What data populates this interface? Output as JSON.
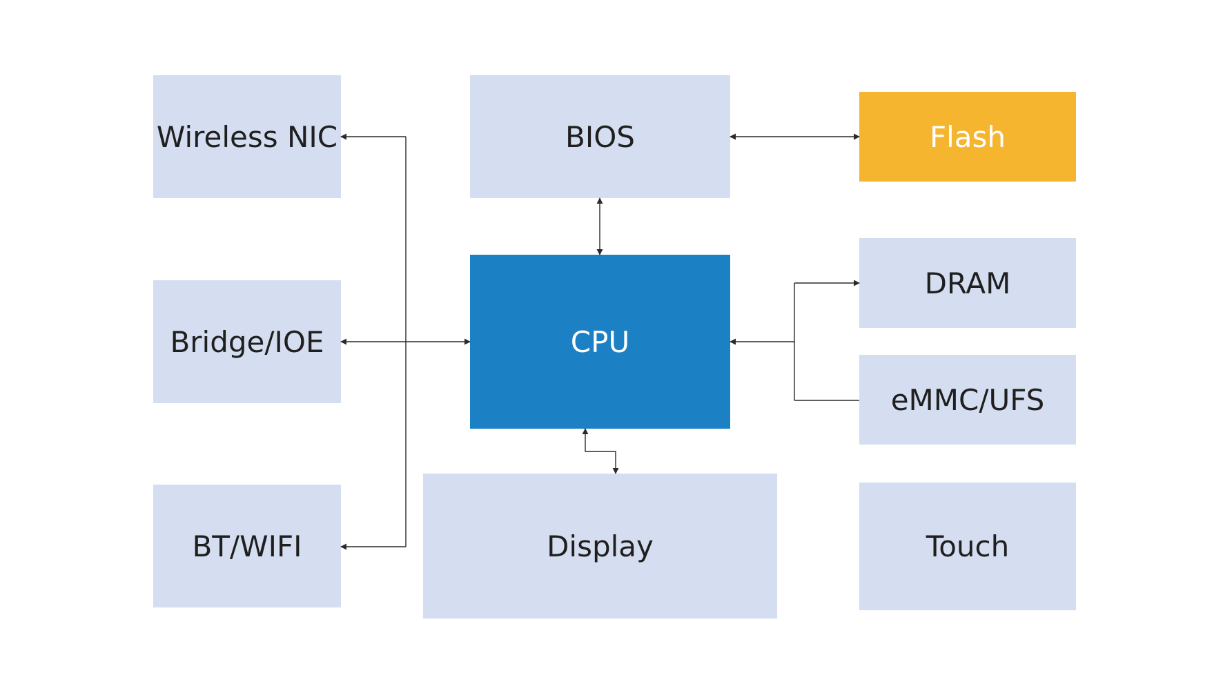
{
  "blocks": {
    "wireless_nic": "Wireless NIC",
    "bios": "BIOS",
    "flash": "Flash",
    "bridge_ioe": "Bridge/IOE",
    "cpu": "CPU",
    "dram": "DRAM",
    "emmc_ufs": "eMMC/UFS",
    "bt_wifi": "BT/WIFI",
    "display": "Display",
    "touch": "Touch"
  },
  "colors": {
    "block_light": "#d5def0",
    "cpu": "#1b80c4",
    "flash": "#f6b52f",
    "connector": "#2a2a2a"
  }
}
